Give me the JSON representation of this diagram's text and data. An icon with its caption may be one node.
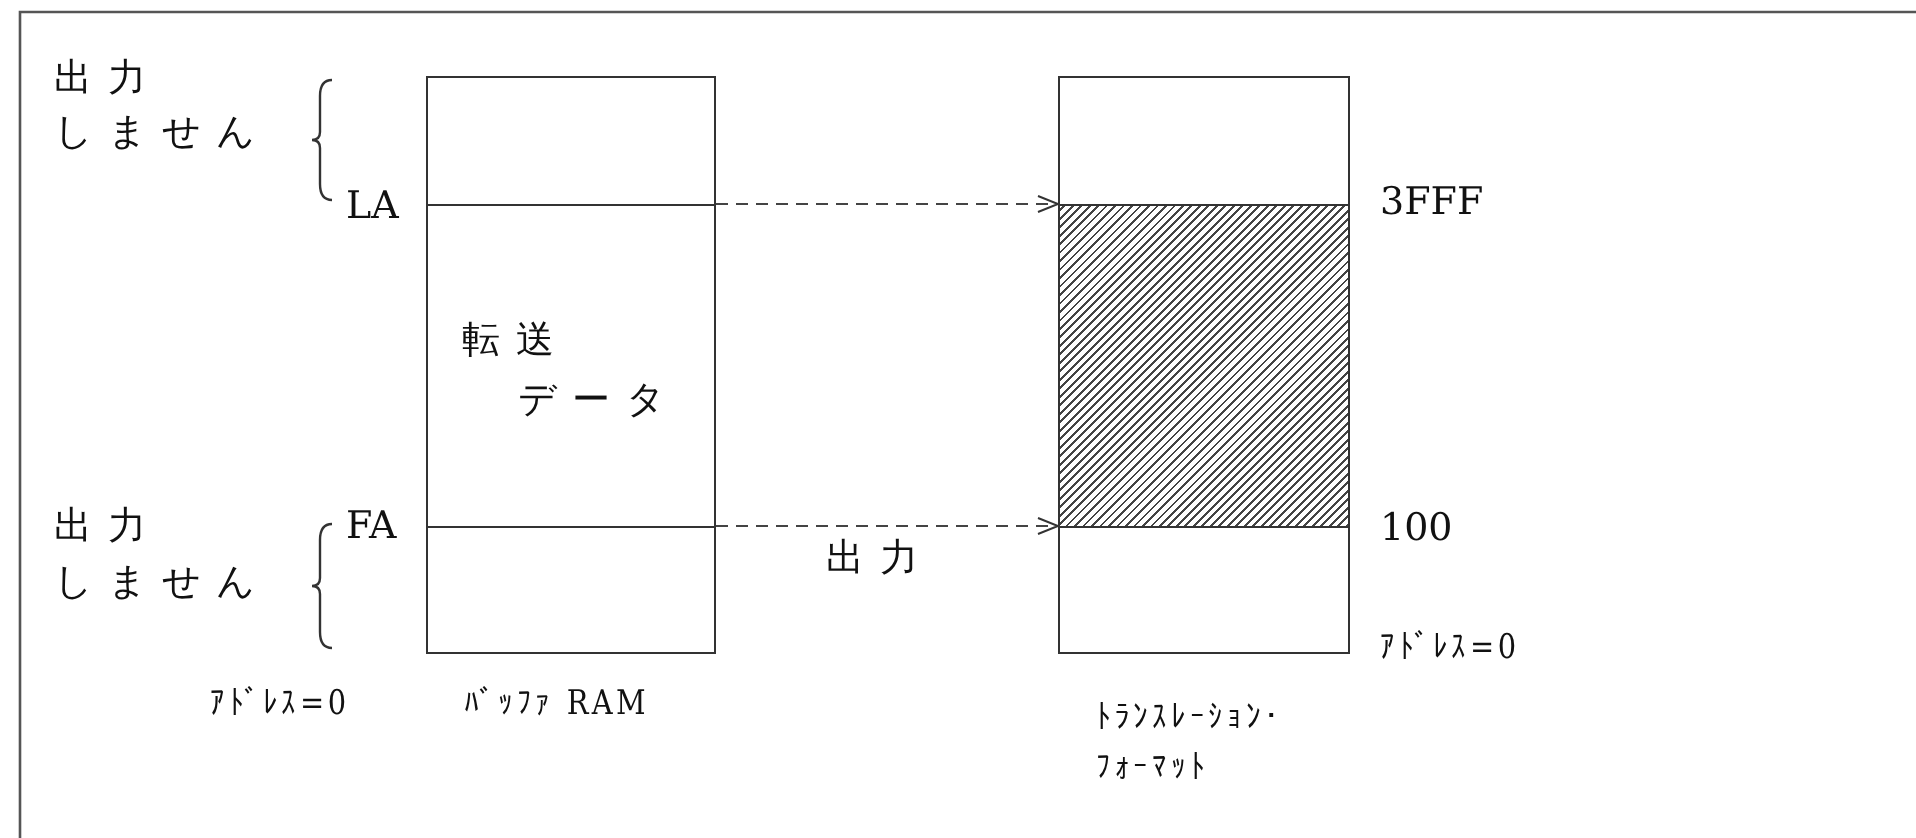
{
  "diagram": {
    "nodes": [
      {
        "text": [],
        "shape": "box"
      },
      {
        "text": [
          "転送",
          "データ"
        ]
      },
      {
        "text": [],
        "shape": "box"
      },
      {
        "text": [],
        "shape": "box"
      },
      {
        "text": [],
        "shape": "box"
      },
      {
        "text": [],
        "shape": "box"
      }
    ],
    "edges": [
      {
        "from": 1,
        "to": 4,
        "arrow": "to",
        "style": "dashed"
      },
      {
        "from": 1,
        "to": 4,
        "arrow": "to",
        "style": "dashed"
      }
    ],
    "labels": [
      "出力",
      "しません",
      "LA",
      "3FFF",
      "出力",
      "しません",
      "FA",
      "100",
      "出力",
      "ｱﾄﾞﾚｽ=0",
      "ｱﾄﾞﾚｽ=0",
      "ﾊﾞｯﾌｧ RAM",
      "ﾄﾗﾝｽﾚｰｼｮﾝ･ﾌｫｰﾏｯﾄ"
    ]
  }
}
